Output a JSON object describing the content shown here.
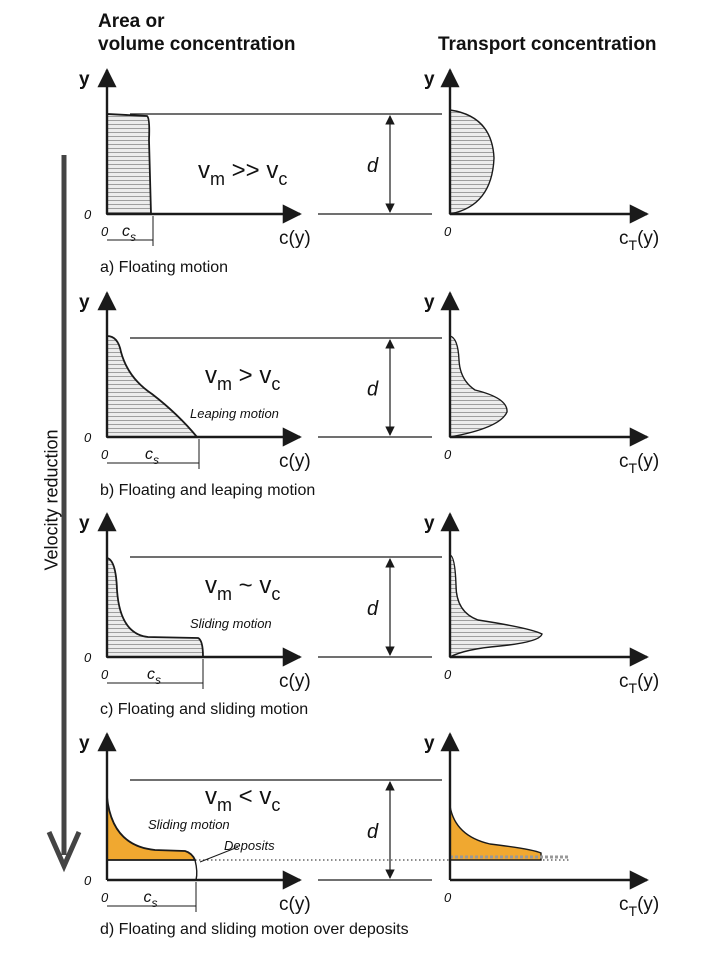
{
  "headers": {
    "left_line1": "Area or",
    "left_line2": "volume concentration",
    "right": "Transport concentration"
  },
  "side_label": "Velocity reduction",
  "axis": {
    "y": "y",
    "zero": "0",
    "left_x": "c(y)",
    "right_x_main": "c",
    "right_x_sub": "T",
    "right_x_tail": "(y)",
    "depth": "d",
    "cs_main": "c",
    "cs_sub": "s"
  },
  "panels": [
    {
      "caption": "a) Floating motion",
      "relation": ">>",
      "annotations": []
    },
    {
      "caption": "b) Floating and leaping motion",
      "relation": ">",
      "annotations": [
        "Leaping motion"
      ]
    },
    {
      "caption": "c) Floating and sliding motion",
      "relation": "~",
      "annotations": [
        "Sliding motion"
      ]
    },
    {
      "caption": "d) Floating and sliding motion over deposits",
      "relation": "<",
      "annotations": [
        "Sliding motion",
        "Deposits"
      ]
    }
  ],
  "velocity_symbols": {
    "main": "v",
    "mixture_sub": "m",
    "critical_sub": "c"
  },
  "colors": {
    "line": "#1a1a1a",
    "hatch": "#8a8a8a",
    "shade": "#e6e6e6",
    "deposit_fill": "#f0a830",
    "arrow": "#444444"
  }
}
